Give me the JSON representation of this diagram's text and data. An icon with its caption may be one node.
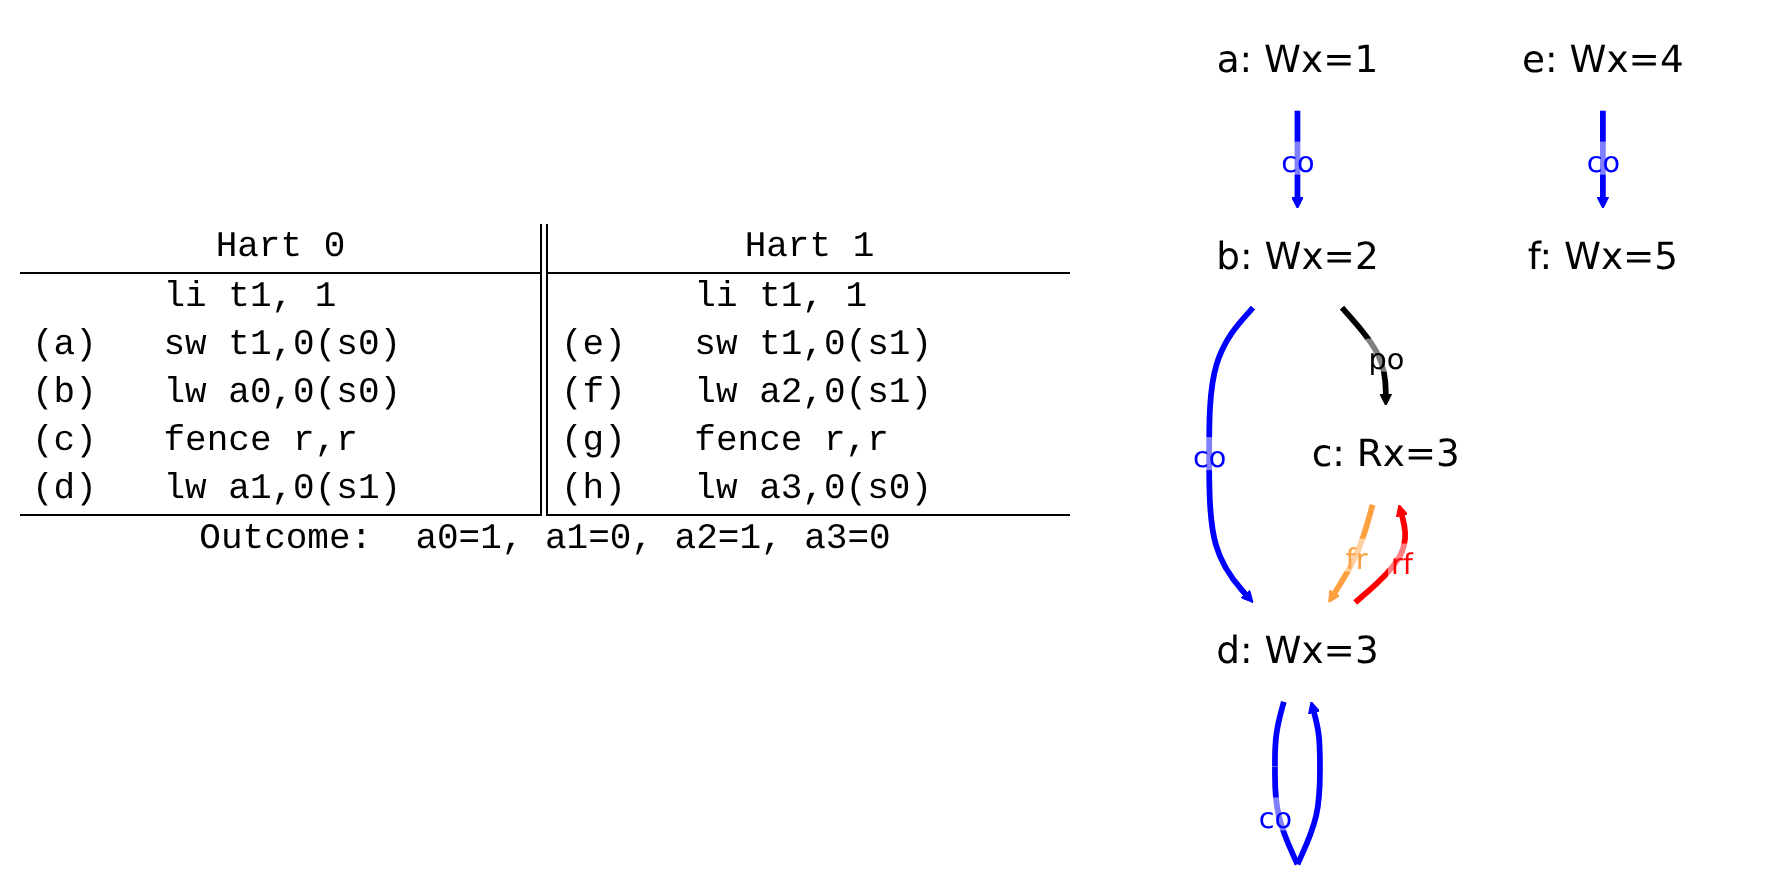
{
  "diagram": {
    "nodes": [
      {
        "text": [
          "a: Wx=1"
        ]
      },
      {
        "text": [
          "b: Wx=2"
        ]
      },
      {
        "text": [
          "c: Rx=3"
        ]
      },
      {
        "text": [
          "d: Wx=3"
        ]
      },
      {
        "text": [
          "e: Wx=4"
        ]
      },
      {
        "text": [
          "f: Wx=5"
        ]
      }
    ],
    "edges": [
      {
        "from": 0,
        "to": 1,
        "arrow": "to",
        "label": "co"
      },
      {
        "from": 1,
        "to": 2,
        "arrow": "to",
        "label": "po",
        "color": "#000000"
      },
      {
        "from": 1,
        "to": 3,
        "arrow": "to",
        "label": "co"
      },
      {
        "from": 3,
        "to": 2,
        "arrow": "to",
        "label": "rf",
        "color": "#ff0000"
      },
      {
        "from": 2,
        "to": 3,
        "arrow": "to",
        "label": "fr",
        "color": "#ffa040"
      },
      {
        "from": 3,
        "to": 3,
        "arrow": "to",
        "label": "co"
      },
      {
        "from": 4,
        "to": 5,
        "arrow": "to",
        "label": "co"
      }
    ],
    "labels": [
      "Hart 0",
      "Hart 1",
      "li t1, 1",
      "li t1, 1",
      "(a)",
      "sw t1,0(s0)",
      "(e)",
      "sw t1,0(s1)",
      "(b)",
      "lw a0,0(s0)",
      "(f)",
      "lw a2,0(s1)",
      "(c)",
      "fence r,r",
      "(g)",
      "fence r,r",
      "(d)",
      "lw a1,0(s1)",
      "(h)",
      "lw a3,0(s0)",
      "Outcome:  a0=1, a1=0, a2=1, a3=0"
    ]
  }
}
